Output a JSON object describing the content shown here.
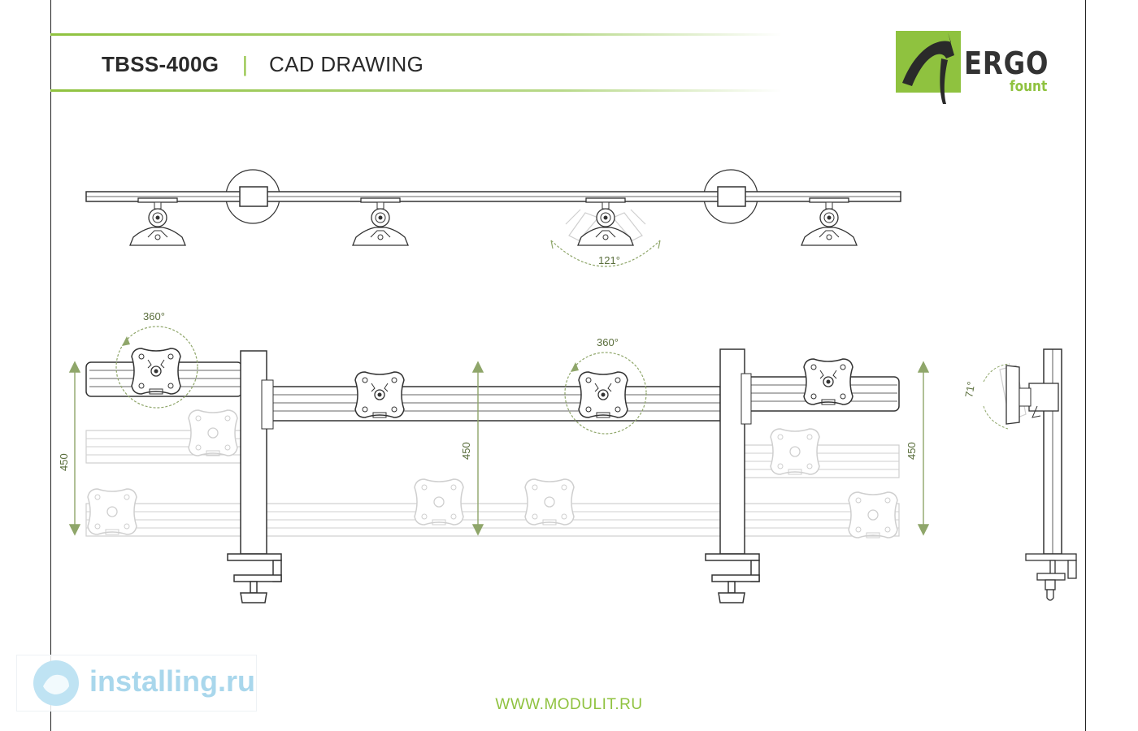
{
  "header": {
    "model": "TBSS-400G",
    "separator": "|",
    "doc_type": "CAD DRAWING"
  },
  "logo": {
    "brand": "ERGO",
    "sub": "fount",
    "brand_color": "#8fc23f"
  },
  "annotations": {
    "tilt_angle": "121°",
    "rotate_left": "360°",
    "rotate_center": "360°",
    "side_tilt": "71°",
    "height_left": "450",
    "height_center": "450",
    "height_right": "450"
  },
  "footer": {
    "url": "WWW.MODULIT.RU"
  },
  "watermark": {
    "text": "installing.ru"
  },
  "colors": {
    "accent": "#8fc23f",
    "line": "#333333",
    "faded": "#c8c8c8",
    "dimension": "#8fa66a"
  }
}
